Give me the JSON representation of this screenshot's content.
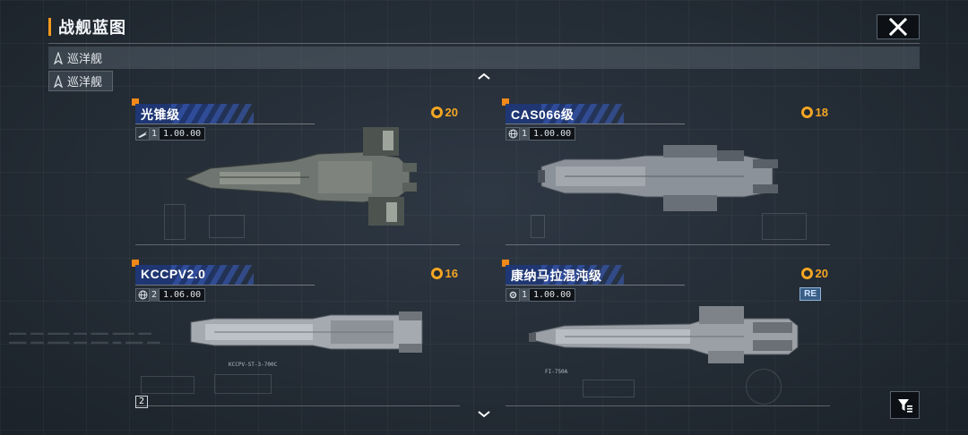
{
  "header": {
    "title": "战舰蓝图"
  },
  "filter": {
    "row_label": "巡洋舰",
    "chip_label": "巡洋舰"
  },
  "ships": [
    {
      "name": "光锥级",
      "level": "1",
      "version": "1.00.00",
      "cost": "20",
      "icon": "wing-icon",
      "tag": ""
    },
    {
      "name": "CAS066级",
      "level": "1",
      "version": "1.00.00",
      "cost": "18",
      "icon": "globe-icon",
      "tag": ""
    },
    {
      "name": "KCCPV2.0",
      "level": "2",
      "version": "1.06.00",
      "cost": "16",
      "icon": "globe-icon",
      "tag": "",
      "callout": "KCCPV-ST-3-700C",
      "index": "2"
    },
    {
      "name": "康纳马拉混沌级",
      "level": "1",
      "version": "1.00.00",
      "cost": "20",
      "icon": "gear-icon",
      "tag": "RE",
      "callout": "FI-750A"
    }
  ],
  "colors": {
    "accent": "#f0891a",
    "cost": "#f5a623",
    "band": "#1e3778",
    "background": "#222a33"
  }
}
